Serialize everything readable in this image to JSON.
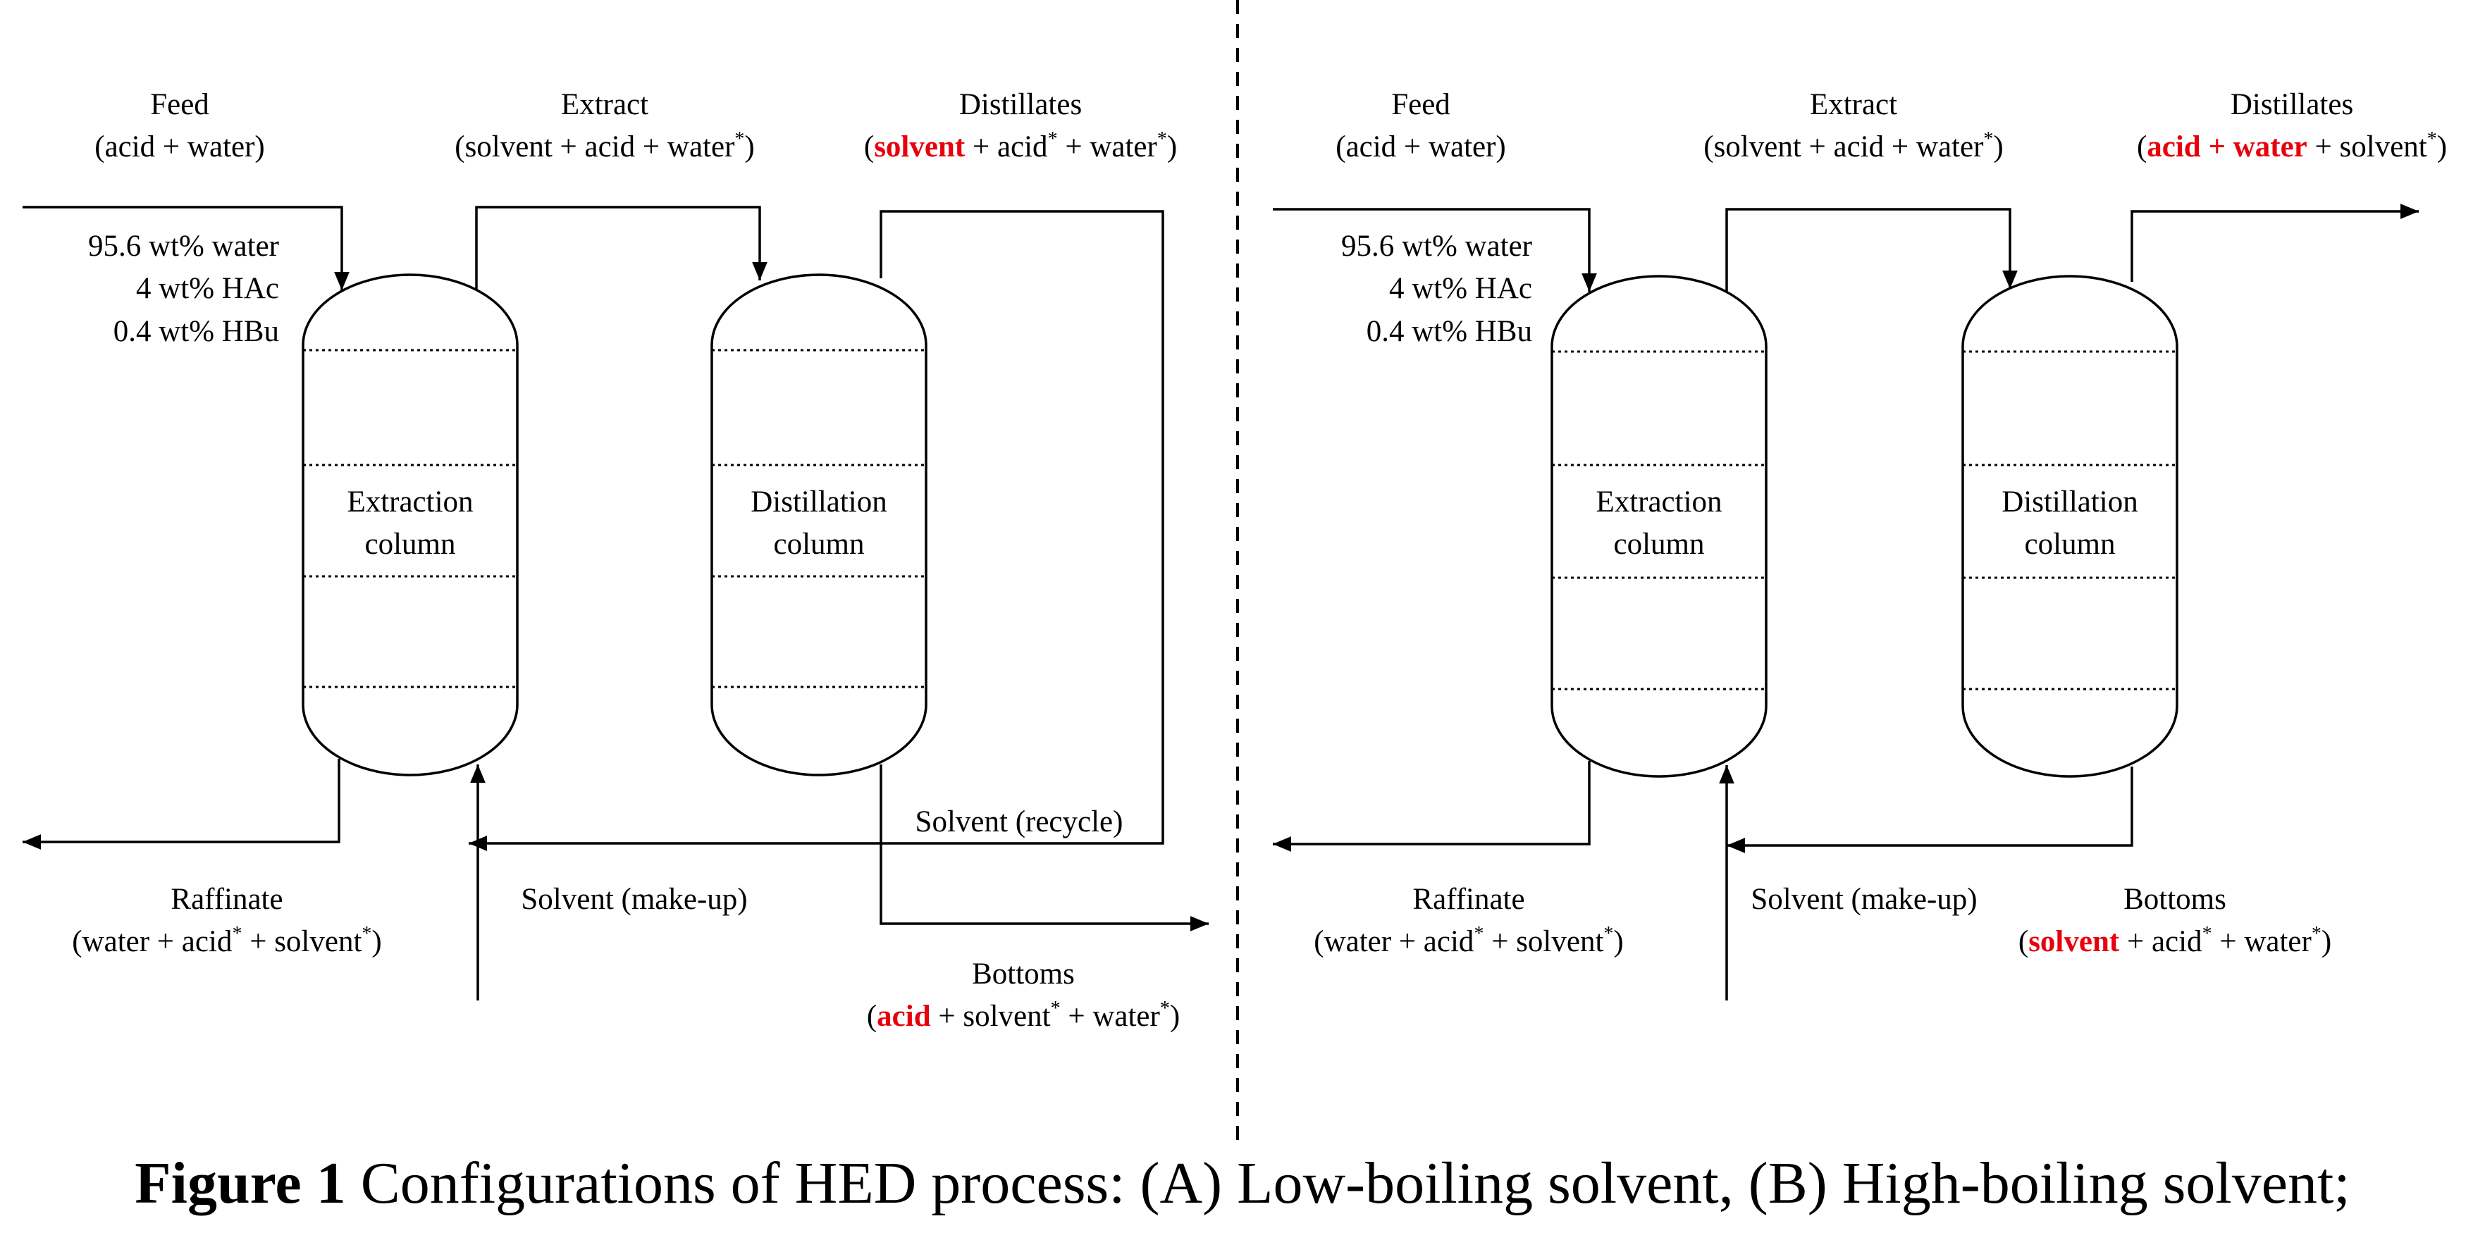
{
  "panels": [
    {
      "feed": {
        "title": "Feed",
        "sub": "(acid + water)",
        "composition": [
          "95.6 wt% water",
          "4 wt% HAc",
          "0.4 wt% HBu"
        ]
      },
      "extract": {
        "title": "Extract",
        "sub_pre": "(solvent + acid + water",
        "sub_post": ")"
      },
      "distillates": {
        "title": "Distillates",
        "open": "(",
        "bold": "solvent",
        "rest_pre": " + acid",
        "rest_mid": " + water",
        "close": ")"
      },
      "extraction_column": [
        "Extraction",
        "column"
      ],
      "distillation_column": [
        "Distillation",
        "column"
      ],
      "raffinate": {
        "title": "Raffinate",
        "sub_pre": "(water + acid",
        "sub_mid": " + solvent",
        "sub_post": ")"
      },
      "makeup": "Solvent (make-up)",
      "recycle": "Solvent (recycle)",
      "bottoms": {
        "title": "Bottoms",
        "open": "(",
        "bold": "acid",
        "rest_pre": " + solvent",
        "rest_mid": " + water",
        "close": ")"
      }
    },
    {
      "feed": {
        "title": "Feed",
        "sub": "(acid + water)",
        "composition": [
          "95.6 wt% water",
          "4 wt% HAc",
          "0.4 wt% HBu"
        ]
      },
      "extract": {
        "title": "Extract",
        "sub_pre": "(solvent + acid + water",
        "sub_post": ")"
      },
      "distillates": {
        "title": "Distillates",
        "open": "(",
        "bold": "acid + water",
        "rest_pre": " + solvent",
        "close": ")"
      },
      "extraction_column": [
        "Extraction",
        "column"
      ],
      "distillation_column": [
        "Distillation",
        "column"
      ],
      "raffinate": {
        "title": "Raffinate",
        "sub_pre": "(water + acid",
        "sub_mid": " + solvent",
        "sub_post": ")"
      },
      "makeup": "Solvent (make-up)",
      "bottoms": {
        "title": "Bottoms",
        "open": "(",
        "bold": "solvent",
        "rest_pre": " + acid",
        "rest_mid": " + water",
        "close": ")"
      }
    }
  ],
  "superscript": "*",
  "caption": {
    "bold": "Figure 1",
    "text": " Configurations of HED process: (A) Low-boiling solvent, (B) High-boiling solvent;"
  },
  "colors": {
    "highlight": "#e8000d",
    "line": "#000000"
  }
}
